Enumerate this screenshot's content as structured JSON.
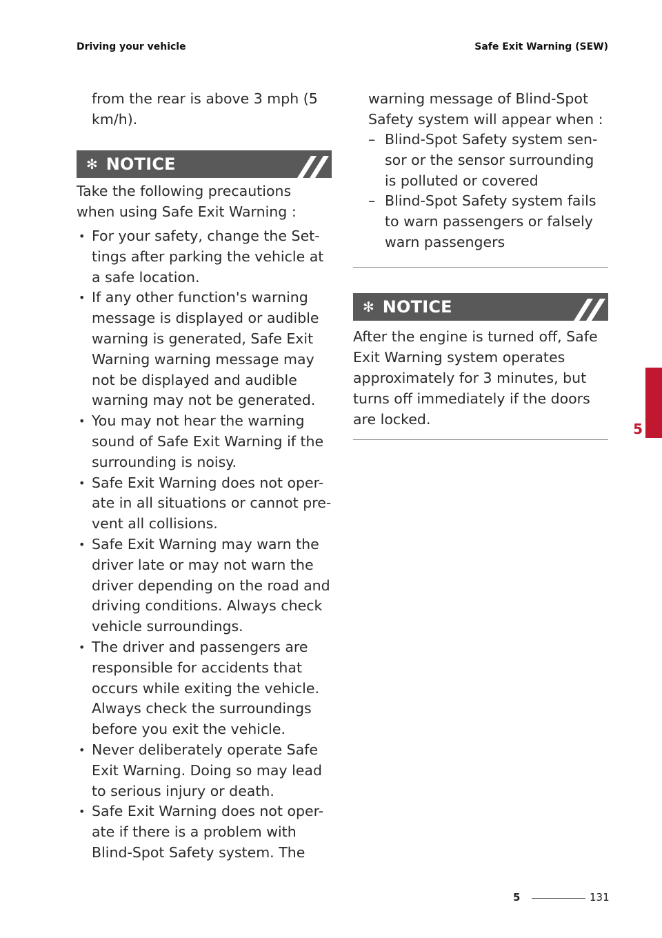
{
  "header": {
    "left": "Driving your vehicle",
    "right": "Safe Exit Warning (SEW)"
  },
  "left_column": {
    "intro_line1": "from the rear is above 3 mph (5",
    "intro_line2": "km/h).",
    "notice": {
      "icon": "asterisk-icon",
      "title": "NOTICE"
    },
    "lead_line1": "Take the following precautions",
    "lead_line2": "when using Safe Exit Warning :",
    "bullets": [
      "For your safety, change the Set-tings after parking the vehicle at a safe location.",
      "If any other function's warning message is displayed or audible warning is generated, Safe Exit Warning warning message may not be displayed and audible warning may not be generated.",
      "You may not hear the warning sound of Safe Exit Warning if the surrounding is noisy.",
      "Safe Exit Warning does not oper-ate in all situations or cannot pre-vent all collisions.",
      "Safe Exit Warning may warn the driver late or may not warn the driver depending on the road and driving conditions. Always check vehicle surroundings.",
      "The driver and passengers are responsible for accidents that occurs while exiting the vehicle. Always check the surroundings before you exit the vehicle.",
      "Never deliberately operate Safe Exit Warning. Doing so may lead to serious injury or death.",
      "Safe Exit Warning does not oper-ate if there is a problem with Blind-Spot Safety system. The"
    ]
  },
  "right_column": {
    "cont_line1": "warning message of Blind-Spot",
    "cont_line2": "Safety system will appear when :",
    "dashes": [
      "Blind-Spot Safety system sen-sor or the sensor surrounding is polluted or covered",
      "Blind-Spot Safety system fails to warn passengers or falsely warn passengers"
    ],
    "notice": {
      "icon": "asterisk-icon",
      "title": "NOTICE"
    },
    "body_lines": [
      "After the engine is turned off, Safe",
      "Exit Warning system operates",
      "approximately for 3 minutes, but",
      "turns off immediately if the doors",
      "are locked."
    ]
  },
  "side_tab": {
    "number": "5",
    "color": "#c0182f"
  },
  "footer": {
    "chapter": "5",
    "page": "131"
  }
}
